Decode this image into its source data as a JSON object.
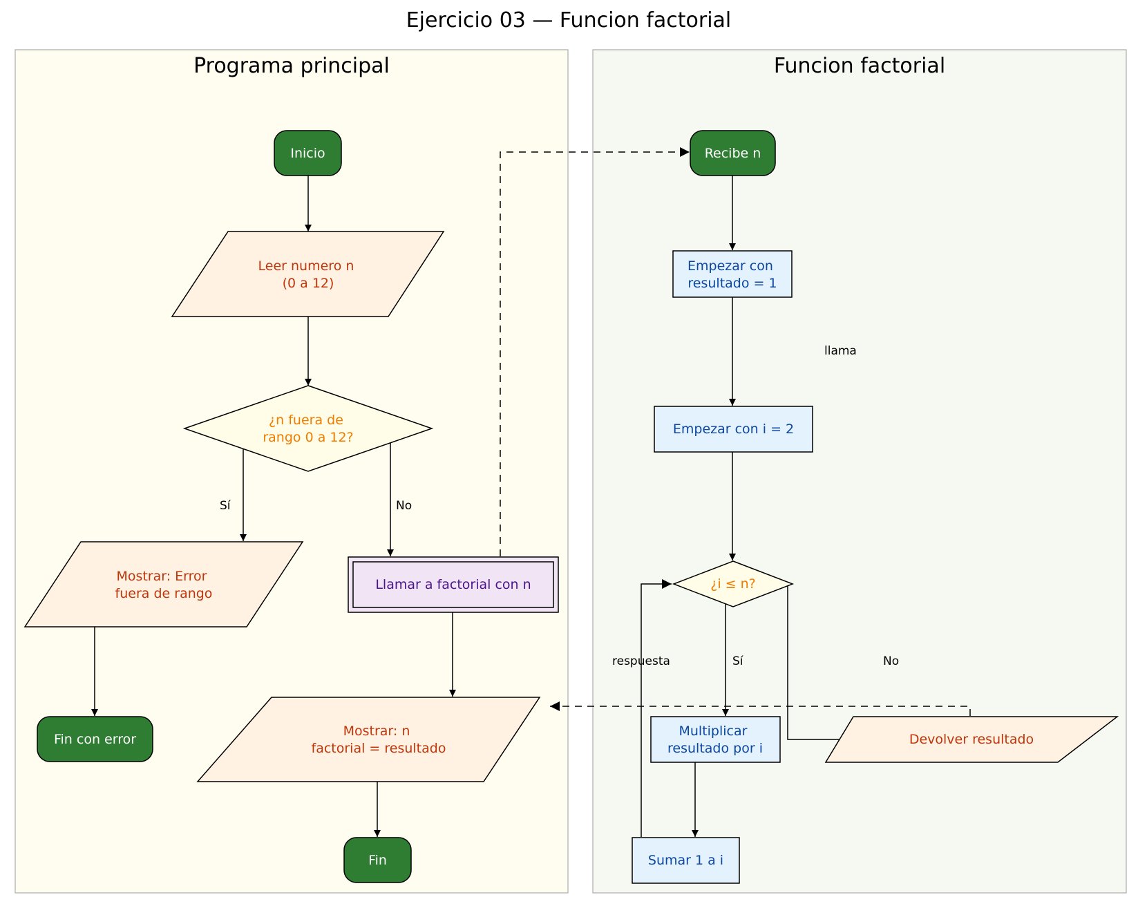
{
  "title": "Ejercicio 03 — Funcion factorial",
  "colors": {
    "main_cluster_bg": "#fffdef",
    "func_cluster_bg": "#f6f9f1",
    "cluster_border": "#bbbbbb",
    "terminal_fill": "#2e7d32",
    "terminal_text": "#ffffff",
    "io_fill": "#fff2e2",
    "io_text": "#bf360c",
    "decision_fill": "#fffde7",
    "decision_text": "#ef7c00",
    "process_fill": "#e3f2fd",
    "process_text": "#0d47a1",
    "subroutine_fill": "#f1e4f5",
    "subroutine_text": "#4a148c"
  },
  "clusters": {
    "main": {
      "label": "Programa principal"
    },
    "func": {
      "label": "Funcion factorial"
    }
  },
  "nodes": {
    "inicio": "Inicio",
    "leer": [
      "Leer numero n",
      "(0 a 12)"
    ],
    "fuera_rango": [
      "¿n fuera de",
      "rango 0 a 12?"
    ],
    "mostrar_error": [
      "Mostrar: Error",
      "fuera de rango"
    ],
    "fin_error": "Fin con error",
    "llamar": "Llamar a factorial con n",
    "mostrar_resultado": [
      "Mostrar: n",
      "factorial = resultado"
    ],
    "fin": "Fin",
    "recibe": "Recibe n",
    "empezar_resultado": [
      "Empezar con",
      "resultado = 1"
    ],
    "empezar_i": "Empezar con i = 2",
    "cond_i": "¿i ≤ n?",
    "multiplicar": [
      "Multiplicar",
      "resultado por i"
    ],
    "devolver": "Devolver resultado",
    "sumar": "Sumar 1 a i"
  },
  "edges": {
    "si_1": "Sí",
    "no_1": "No",
    "si_2": "Sí",
    "no_2": "No",
    "llama": "llama",
    "respuesta": "respuesta"
  }
}
